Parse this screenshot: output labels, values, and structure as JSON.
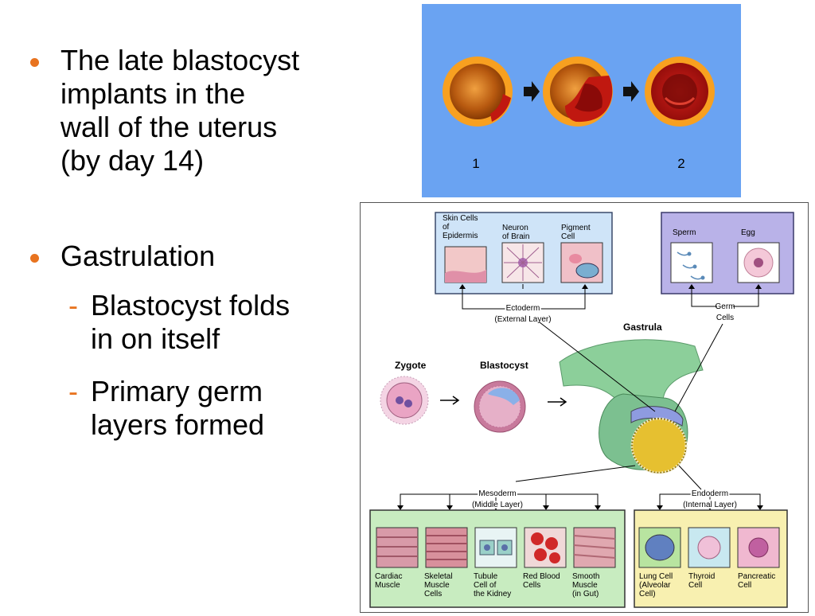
{
  "bullets": [
    {
      "text": "The late blastocyst\nimplants in the\nwall of the uterus\n(by day 14)"
    },
    {
      "text": "Gastrulation",
      "subs": [
        {
          "text": "Blastocyst folds\nin on itself"
        },
        {
          "text": "Primary germ\nlayers formed"
        }
      ]
    }
  ],
  "dash": "-",
  "implantation": {
    "label1": "1",
    "label2": "2"
  },
  "diagram": {
    "ectoderm": {
      "cells": [
        "Skin Cells\nof\nEpidermis",
        "Neuron\nof Brain",
        "Pigment\nCell"
      ],
      "label": "Ectoderm",
      "sublabel": "(External Layer)"
    },
    "germ": {
      "cells": [
        "Sperm",
        "Egg"
      ],
      "label": "Germ",
      "sublabel": "Cells"
    },
    "gastrula": "Gastrula",
    "zygote": "Zygote",
    "blastocyst": "Blastocyst",
    "mesoderm": {
      "label": "Mesoderm",
      "sublabel": "(Middle Layer)",
      "cells": [
        "Cardiac\nMuscle",
        "Skeletal\nMuscle\nCells",
        "Tubule\nCell of\nthe Kidney",
        "Red Blood\nCells",
        "Smooth\nMuscle\n(in Gut)"
      ]
    },
    "endoderm": {
      "label": "Endoderm",
      "sublabel": "(Internal Layer)",
      "cells": [
        "Lung Cell\n(Alveolar\nCell)",
        "Thyroid\nCell",
        "Pancreatic\nCell"
      ]
    }
  },
  "colors": {
    "accent": "#e8731f",
    "panel_blue": "#6aa3f2"
  }
}
